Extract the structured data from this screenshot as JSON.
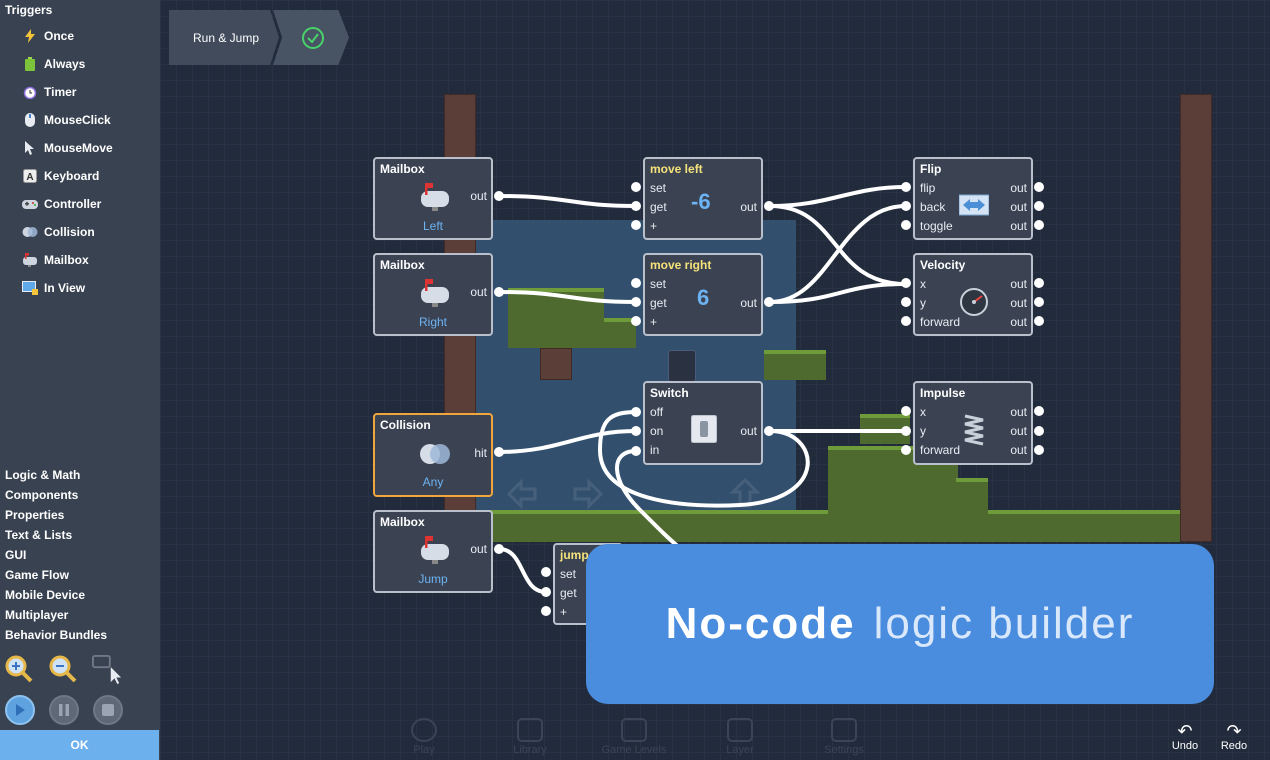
{
  "sidebar": {
    "triggers_title": "Triggers",
    "triggers": [
      {
        "label": "Once",
        "icon": "lightning-icon"
      },
      {
        "label": "Always",
        "icon": "battery-icon"
      },
      {
        "label": "Timer",
        "icon": "alarm-clock-icon"
      },
      {
        "label": "MouseClick",
        "icon": "mouse-icon"
      },
      {
        "label": "MouseMove",
        "icon": "cursor-icon"
      },
      {
        "label": "Keyboard",
        "icon": "key-icon"
      },
      {
        "label": "Controller",
        "icon": "gamepad-icon"
      },
      {
        "label": "Collision",
        "icon": "collision-icon"
      },
      {
        "label": "Mailbox",
        "icon": "mailbox-icon"
      },
      {
        "label": "In View",
        "icon": "monitor-icon"
      }
    ],
    "categories": [
      "Logic & Math",
      "Components",
      "Properties",
      "Text & Lists",
      "GUI",
      "Game Flow",
      "Mobile Device",
      "Multiplayer",
      "Behavior Bundles"
    ],
    "ok_label": "OK"
  },
  "breadcrumb": {
    "label": "Run & Jump",
    "status_icon": "check-circle-icon"
  },
  "nodes": {
    "mailbox_left": {
      "title": "Mailbox",
      "sub": "Left",
      "out": "out"
    },
    "mailbox_right": {
      "title": "Mailbox",
      "sub": "Right",
      "out": "out"
    },
    "collision": {
      "title": "Collision",
      "sub": "Any",
      "out": "hit"
    },
    "mailbox_jump": {
      "title": "Mailbox",
      "sub": "Jump",
      "out": "out"
    },
    "move_left": {
      "title": "move left",
      "value": "-6",
      "inputs": [
        "set",
        "get",
        "+"
      ],
      "out": "out"
    },
    "move_right": {
      "title": "move right",
      "value": "6",
      "inputs": [
        "set",
        "get",
        "+"
      ],
      "out": "out"
    },
    "switch": {
      "title": "Switch",
      "inputs": [
        "off",
        "on",
        "in"
      ],
      "out": "out"
    },
    "jump_force": {
      "title": "jump fo",
      "inputs": [
        "set",
        "get",
        "+"
      ]
    },
    "flip": {
      "title": "Flip",
      "inputs": [
        "flip",
        "back",
        "toggle"
      ],
      "outs": [
        "out",
        "out",
        "out"
      ]
    },
    "velocity": {
      "title": "Velocity",
      "inputs": [
        "x",
        "y",
        "forward"
      ],
      "outs": [
        "out",
        "out",
        "out"
      ]
    },
    "impulse": {
      "title": "Impulse",
      "inputs": [
        "x",
        "y",
        "forward"
      ],
      "outs": [
        "out",
        "out",
        "out"
      ]
    }
  },
  "banner": {
    "word1": "No-code",
    "word2": "logic builder"
  },
  "bottom_nav": [
    "Play",
    "Library",
    "Game Levels",
    "Layer",
    "Settings"
  ],
  "history": {
    "undo": "Undo",
    "redo": "Redo"
  }
}
